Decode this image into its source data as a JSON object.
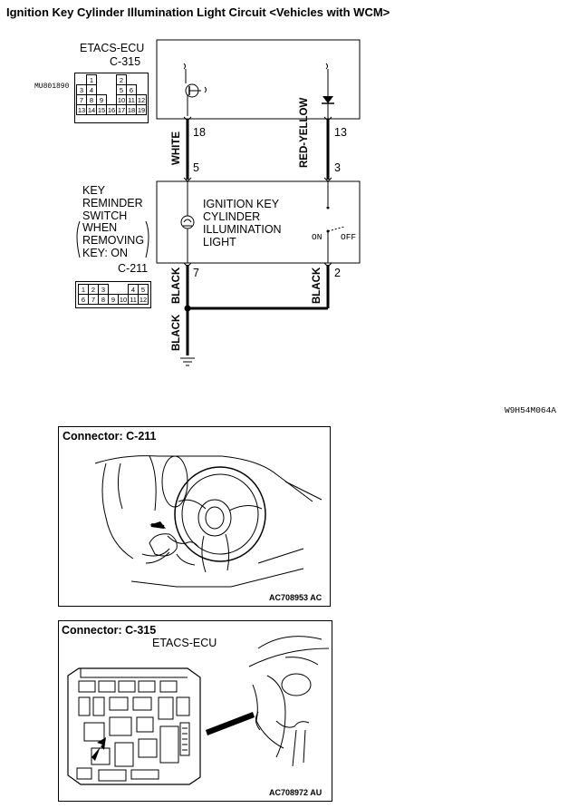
{
  "title": "Ignition Key Cylinder Illumination Light Circuit <Vehicles with WCM>",
  "ecu": {
    "name": "ETACS-ECU",
    "connector": "C-315",
    "part_code": "MU801890",
    "pin_rows": [
      [
        "1",
        "2"
      ],
      [
        "3",
        "4",
        "5",
        "6"
      ],
      [
        "7",
        "8",
        "9",
        "10",
        "11",
        "12"
      ],
      [
        "13",
        "14",
        "15",
        "16",
        "17",
        "18",
        "19"
      ]
    ]
  },
  "wires": {
    "left_top_pin": "18",
    "left_color": "WHITE",
    "left_bottom_pin": "5",
    "right_top_pin": "13",
    "right_color": "RED-YELLOW",
    "right_bottom_pin": "3"
  },
  "switch": {
    "name_lines": [
      "KEY",
      "REMINDER",
      "SWITCH"
    ],
    "condition_lines": [
      "WHEN",
      "REMOVING",
      "KEY: ON"
    ],
    "connector": "C-211",
    "pin_rows": [
      [
        "1",
        "2",
        "3",
        "4",
        "5"
      ],
      [
        "6",
        "7",
        "8",
        "9",
        "10",
        "11",
        "12"
      ]
    ],
    "light_lines": [
      "IGNITION KEY",
      "CYLINDER",
      "ILLUMINATION",
      "LIGHT"
    ],
    "on_label": "ON",
    "off_label": "OFF"
  },
  "ground": {
    "left_pin": "7",
    "right_pin": "2",
    "left_color": "BLACK",
    "right_color": "BLACK",
    "bottom_color": "BLACK"
  },
  "diagram_code": "W9H54M064A",
  "panel1": {
    "title": "Connector: C-211",
    "code": "AC708953 AC"
  },
  "panel2": {
    "title": "Connector: C-315",
    "sublabel": "ETACS-ECU",
    "code": "AC708972 AU"
  }
}
